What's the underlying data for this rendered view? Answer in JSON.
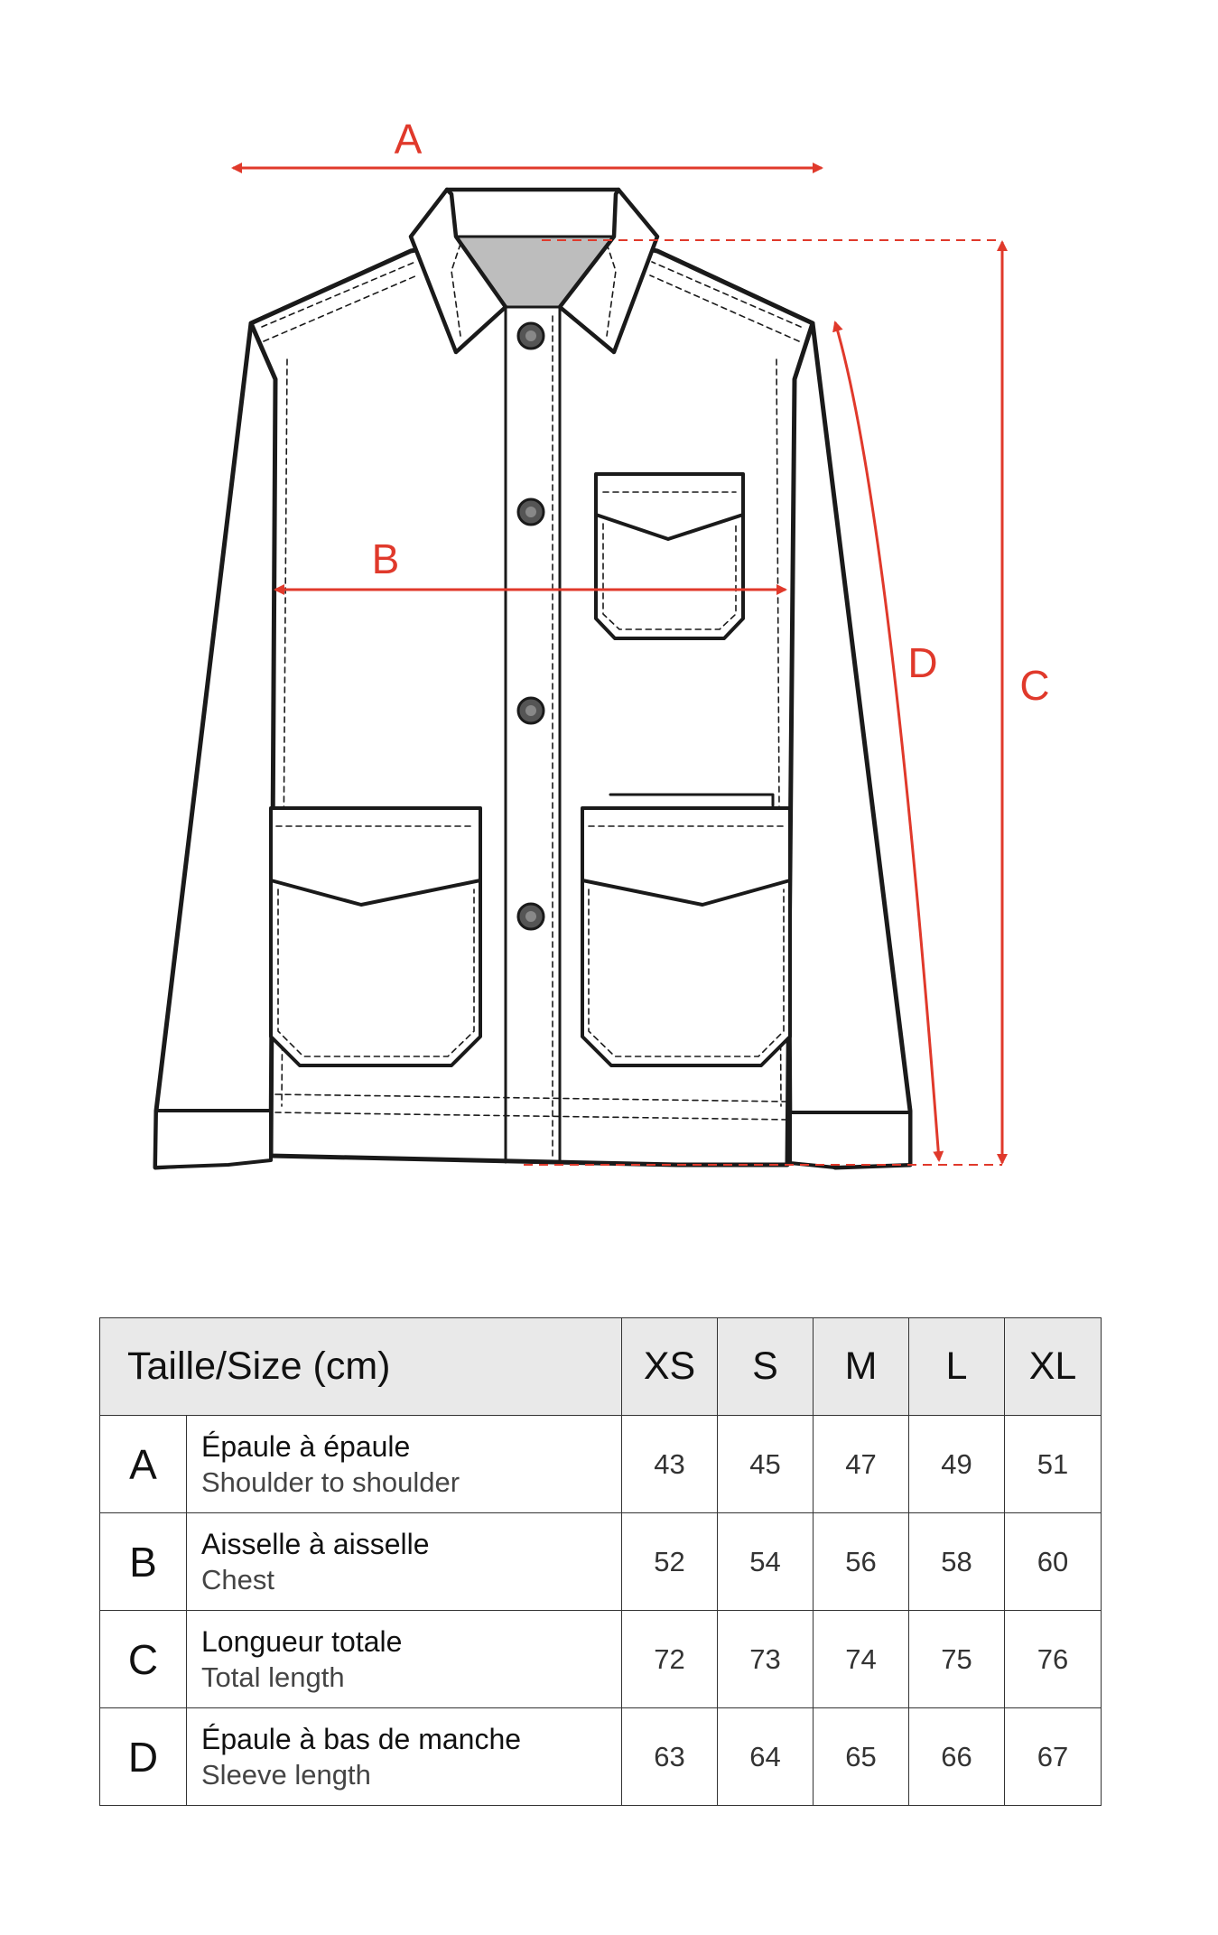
{
  "dimensions": {
    "a": "A",
    "b": "B",
    "c": "C",
    "d": "D"
  },
  "colors": {
    "measure": "#e0392b",
    "outline": "#1a1a1a",
    "header_bg": "#e9e9e9"
  },
  "table": {
    "title": "Taille/Size (cm)",
    "sizes": [
      "XS",
      "S",
      "M",
      "L",
      "XL"
    ],
    "rows": [
      {
        "letter": "A",
        "fr": "Épaule à épaule",
        "en": "Shoulder to shoulder",
        "values": [
          "43",
          "45",
          "47",
          "49",
          "51"
        ]
      },
      {
        "letter": "B",
        "fr": "Aisselle à aisselle",
        "en": "Chest",
        "values": [
          "52",
          "54",
          "56",
          "58",
          "60"
        ]
      },
      {
        "letter": "C",
        "fr": "Longueur totale",
        "en": "Total length",
        "values": [
          "72",
          "73",
          "74",
          "75",
          "76"
        ]
      },
      {
        "letter": "D",
        "fr": "Épaule à bas de manche",
        "en": "Sleeve length",
        "values": [
          "63",
          "64",
          "65",
          "66",
          "67"
        ]
      }
    ]
  }
}
